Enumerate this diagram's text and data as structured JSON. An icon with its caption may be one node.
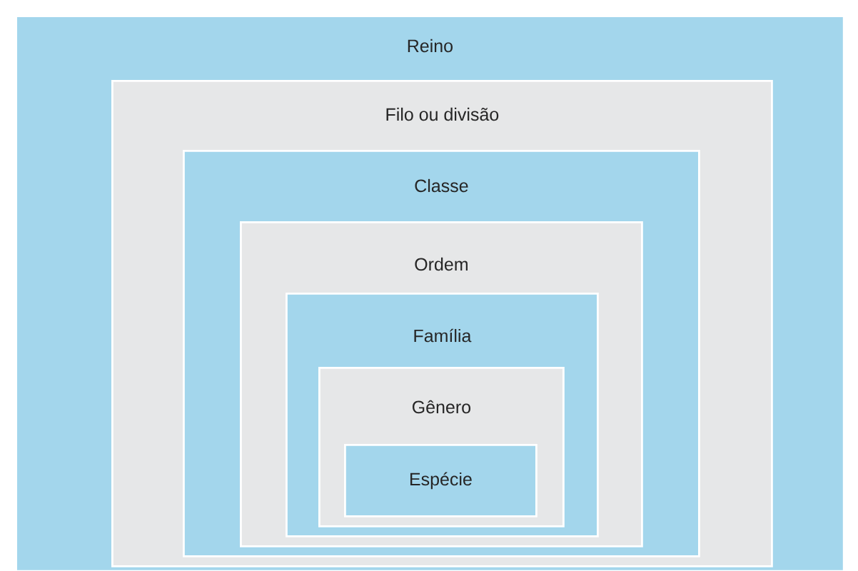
{
  "diagram": {
    "nodes": [
      {
        "text": [
          "Reino"
        ]
      },
      {
        "text": [
          "Filo ou divisão"
        ],
        "in": 0
      },
      {
        "text": [
          "Classe"
        ],
        "in": 1
      },
      {
        "text": [
          "Ordem"
        ],
        "in": 2
      },
      {
        "text": [
          "Família"
        ],
        "in": 3
      },
      {
        "text": [
          "Gênero"
        ],
        "in": 4
      },
      {
        "text": [
          "Espécie"
        ],
        "in": 5
      }
    ]
  }
}
